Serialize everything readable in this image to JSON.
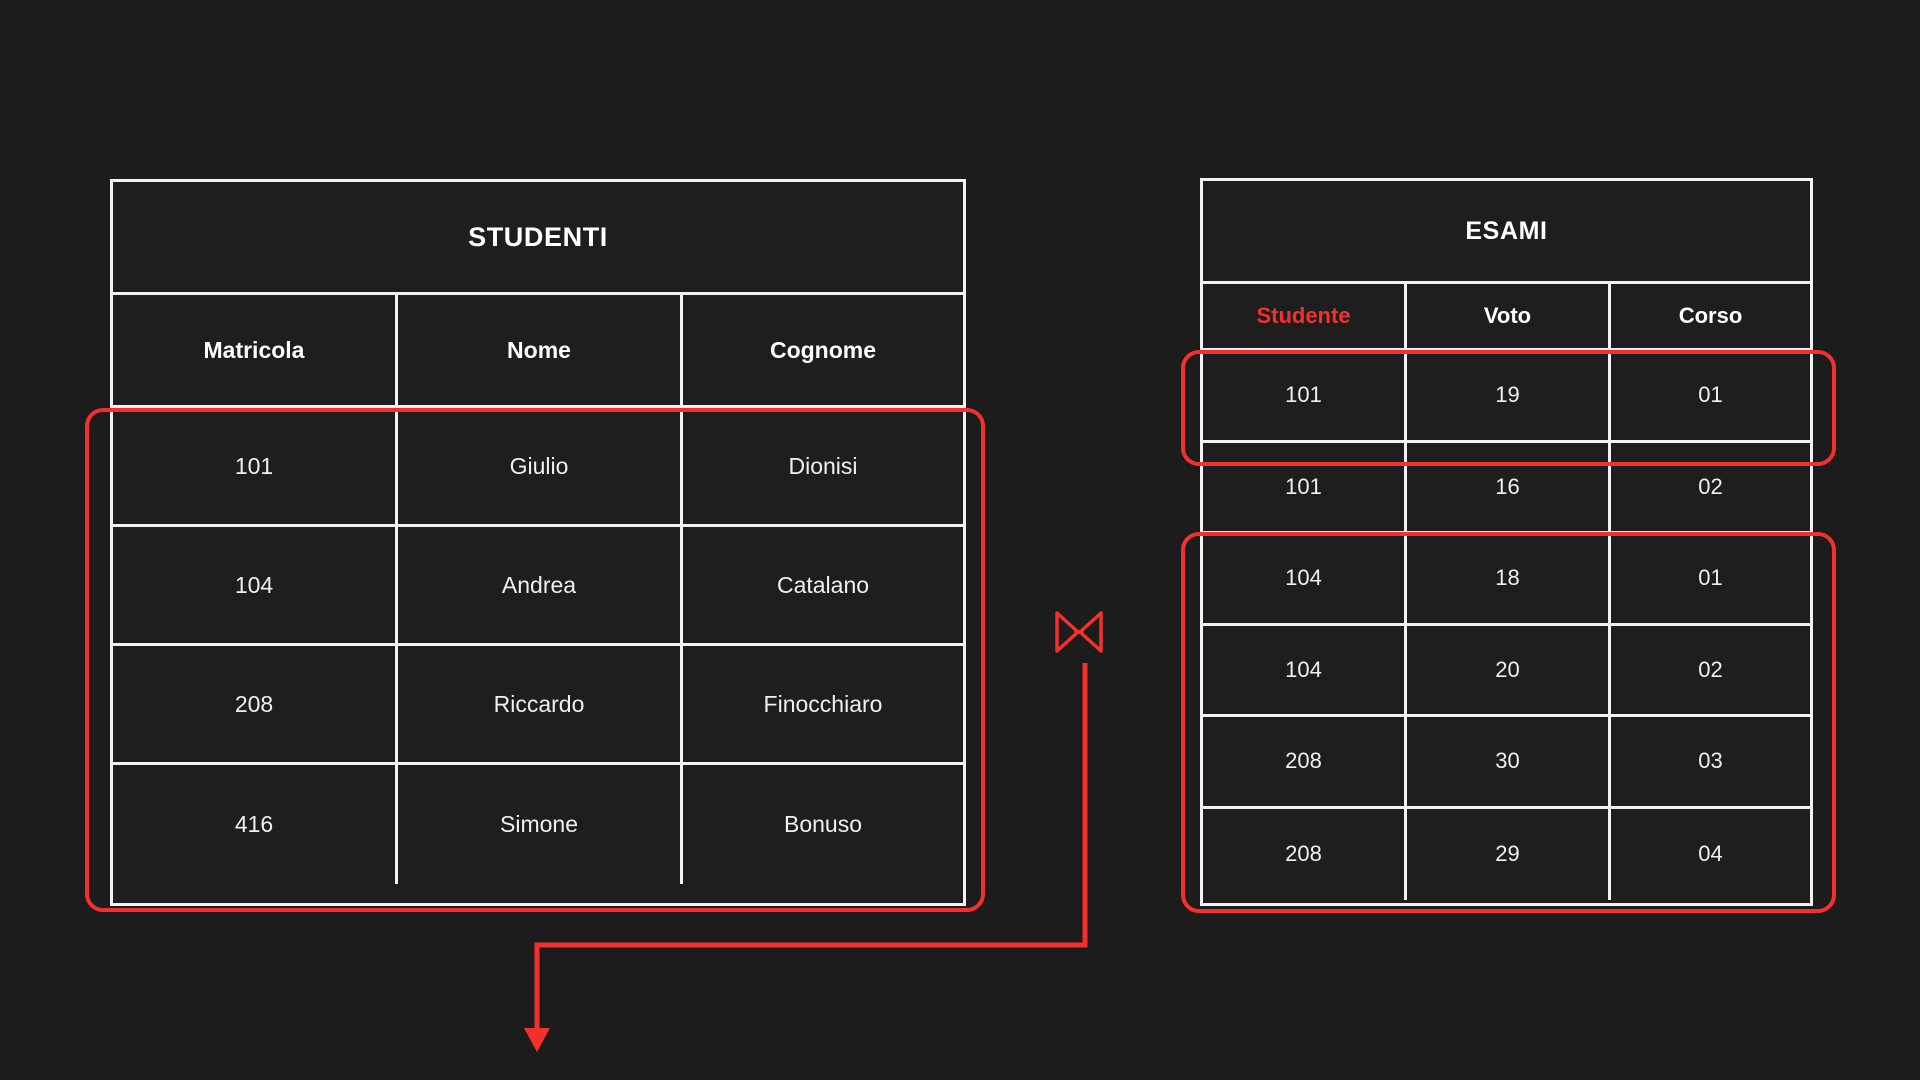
{
  "background_color": "#1c1c1c",
  "accent_color": "#f4302c",
  "line_color": "#f2f2f2",
  "diagram": {
    "operation_symbol": "⋈",
    "operation_name": "natural-join",
    "join_key_left": "Matricola",
    "join_key_right": "Studente"
  },
  "tables": [
    {
      "id": "studenti",
      "title": "STUDENTI",
      "columns": [
        {
          "label": "Matricola",
          "is_foreign_key": false
        },
        {
          "label": "Nome",
          "is_foreign_key": false
        },
        {
          "label": "Cognome",
          "is_foreign_key": false
        }
      ],
      "rows": [
        [
          "101",
          "Giulio",
          "Dionisi"
        ],
        [
          "104",
          "Andrea",
          "Catalano"
        ],
        [
          "208",
          "Riccardo",
          "Finocchiaro"
        ],
        [
          "416",
          "Simone",
          "Bonuso"
        ]
      ]
    },
    {
      "id": "esami",
      "title": "ESAMI",
      "columns": [
        {
          "label": "Studente",
          "is_foreign_key": true
        },
        {
          "label": "Voto",
          "is_foreign_key": false
        },
        {
          "label": "Corso",
          "is_foreign_key": false
        }
      ],
      "rows": [
        [
          "101",
          "19",
          "01"
        ],
        [
          "101",
          "16",
          "02"
        ],
        [
          "104",
          "18",
          "01"
        ],
        [
          "104",
          "20",
          "02"
        ],
        [
          "208",
          "30",
          "03"
        ],
        [
          "208",
          "29",
          "04"
        ]
      ]
    }
  ],
  "highlights": [
    {
      "id": "hl-studenti",
      "target_table": "studenti",
      "rows": [
        0,
        1,
        2,
        3
      ]
    },
    {
      "id": "hl-esami-1",
      "target_table": "esami",
      "rows": [
        0
      ]
    },
    {
      "id": "hl-esami-2",
      "target_table": "esami",
      "rows": [
        2,
        3,
        4,
        5
      ]
    }
  ]
}
